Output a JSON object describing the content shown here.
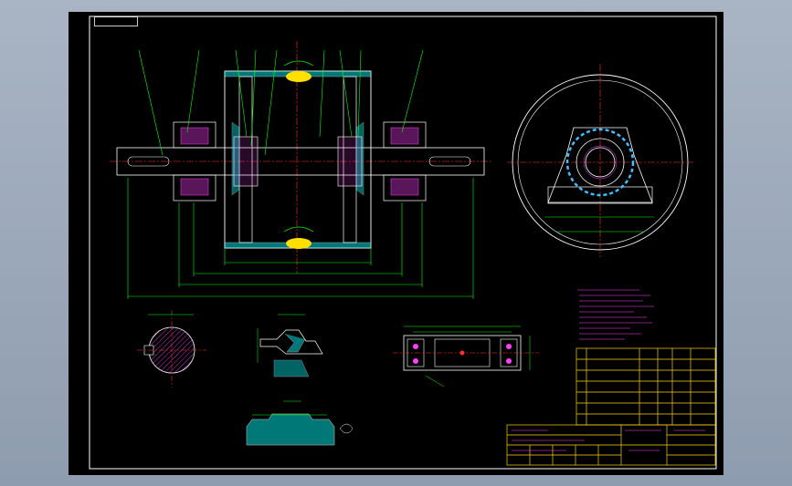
{
  "drawing": {
    "tag_label": "",
    "palette": {
      "background": "#000000",
      "outline": "#ffffff",
      "dimension": "#00ff00",
      "centerline": "#ff3030",
      "note_text": "#ff40ff",
      "hatch": "#ff40ff",
      "fill_cyan": "#00c8c8",
      "fill_yellow": "#ffe000",
      "title_block": "#ffd400",
      "bearing": "#40c0ff"
    },
    "icons": [
      "section-view",
      "bearing-seat",
      "pulley-drum",
      "title-block"
    ]
  }
}
